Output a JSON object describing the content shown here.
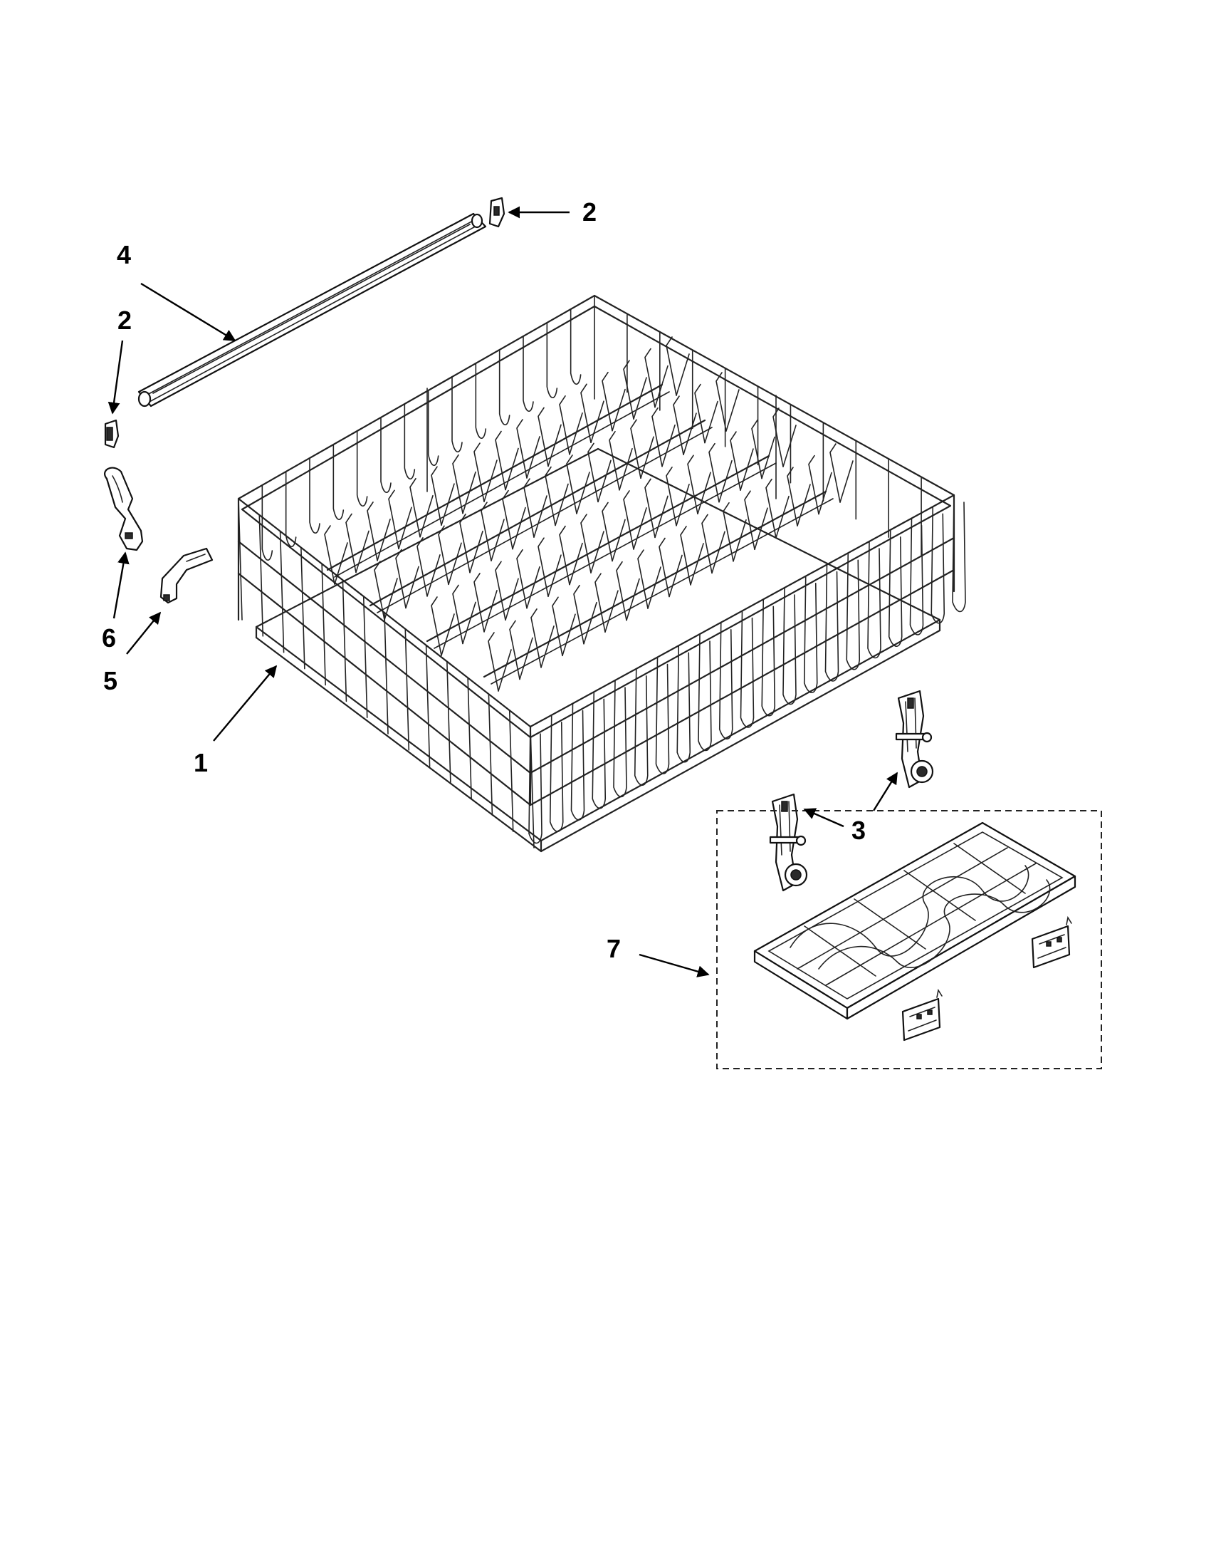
{
  "callouts": [
    {
      "id": "c2a",
      "text": "2"
    },
    {
      "id": "c4",
      "text": "4"
    },
    {
      "id": "c2b",
      "text": "2"
    },
    {
      "id": "c6",
      "text": "6"
    },
    {
      "id": "c5",
      "text": "5"
    },
    {
      "id": "c1",
      "text": "1"
    },
    {
      "id": "c3",
      "text": "3"
    },
    {
      "id": "c7",
      "text": "7"
    }
  ]
}
